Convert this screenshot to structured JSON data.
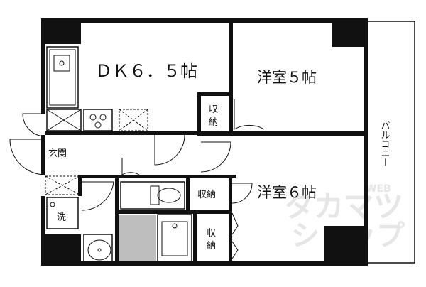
{
  "rooms": {
    "dk": "ＤＫ６．５帖",
    "western_5": "洋室５帖",
    "western_6": "洋室６帖",
    "storage": "収納",
    "storage_v1_a": "収",
    "storage_v1_b": "納",
    "storage_v2_a": "収",
    "storage_v2_b": "納",
    "entrance": "玄関",
    "washroom": "洗",
    "balcony": "バルコニー"
  },
  "watermark": {
    "line1": "タカマツ",
    "line2": "ショップ",
    "small": "WEB"
  }
}
